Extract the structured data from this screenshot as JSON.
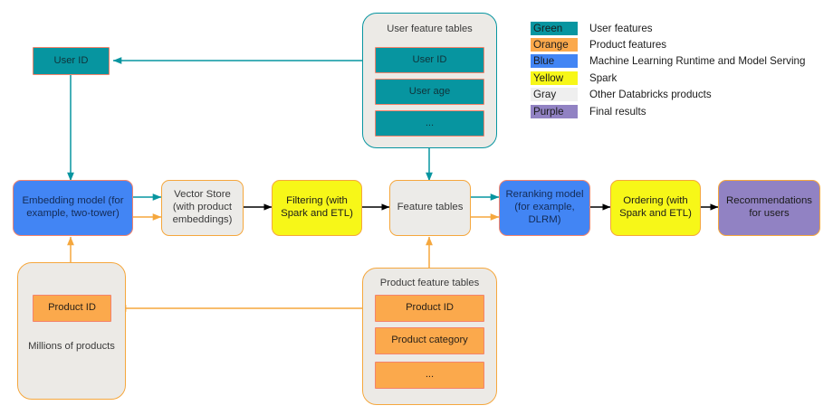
{
  "legend": {
    "rows": [
      {
        "swatch": "Green",
        "desc": "User features"
      },
      {
        "swatch": "Orange",
        "desc": "Product features"
      },
      {
        "swatch": "Blue",
        "desc": "Machine Learning Runtime and Model Serving"
      },
      {
        "swatch": "Yellow",
        "desc": "Spark"
      },
      {
        "swatch": "Gray",
        "desc": "Other Databricks products"
      },
      {
        "swatch": "Purple",
        "desc": "Final results"
      }
    ],
    "colors": {
      "green": "#0795a0",
      "orange": "#fba94c",
      "blue": "#4285f4",
      "yellow": "#f7f718",
      "gray": "#efefef",
      "purple": "#9182c3"
    }
  },
  "nodes": {
    "user_id_chip": "User ID",
    "embedding_model": "Embedding model (for example, two-tower)",
    "vector_store": "Vector Store (with product embeddings)",
    "filtering": "Filtering (with Spark and ETL)",
    "feature_tables": "Feature tables",
    "reranking_model": "Reranking model (for example, DLRM)",
    "ordering": "Ordering (with Spark and ETL)",
    "recommendations": "Recommendations for users"
  },
  "user_feature_tables": {
    "title": "User feature tables",
    "items": [
      "User ID",
      "User age",
      "..."
    ]
  },
  "product_feature_tables": {
    "title": "Product feature tables",
    "items": [
      "Product ID",
      "Product category",
      "..."
    ]
  },
  "products_panel": {
    "chip": "Product ID",
    "caption": "Millions of products"
  },
  "edge_colors": {
    "teal": "#0795a0",
    "orange": "#f5a73d",
    "black": "#000000"
  }
}
